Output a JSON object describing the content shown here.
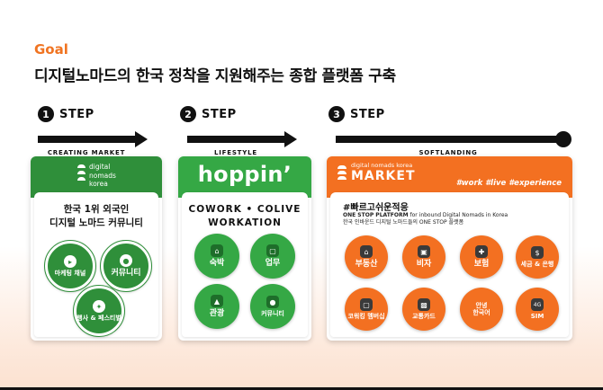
{
  "goal": "Goal",
  "headline": "디지털노마드의 한국 정착을 지원해주는 종합 플랫폼 구축",
  "steps": [
    {
      "num": "1",
      "label": "STEP",
      "caption": "CREATING MARKET"
    },
    {
      "num": "2",
      "label": "STEP",
      "caption": "LIFESTYLE"
    },
    {
      "num": "3",
      "label": "STEP",
      "caption": "SOFTLANDING"
    }
  ],
  "card1": {
    "logo": [
      "digital",
      "nomads",
      "korea"
    ],
    "title_line1": "한국 1위 외국인",
    "title_line2": "디지털 노마드 커뮤니티",
    "items": [
      {
        "label": "마케팅 채널",
        "icon": "megaphone-icon"
      },
      {
        "label": "커뮤니티",
        "icon": "people-icon"
      },
      {
        "label": "행사 & 페스티벌",
        "icon": "party-icon"
      }
    ]
  },
  "card2": {
    "logo": "hoppin’",
    "title_line1": "COWORK • COLIVE",
    "title_line2": "WORKATION",
    "items": [
      {
        "label": "숙박",
        "icon": "house-icon"
      },
      {
        "label": "업무",
        "icon": "laptop-icon"
      },
      {
        "label": "관광",
        "icon": "palm-tree-icon"
      },
      {
        "label": "커뮤니티",
        "icon": "people-icon"
      }
    ]
  },
  "card3": {
    "logo_small": "digital nomads korea",
    "logo_big": "MARKET",
    "tags": "#work #live #experience",
    "title": "#빠르고쉬운적응",
    "sub_bold": "ONE STOP PLATFORM",
    "sub_rest": " for inbound Digital Nomads in Korea",
    "sub_line2": "한국 인바운드 디지털 노마드들의 ONE STOP 플랫폼",
    "items": [
      {
        "label": "부동산",
        "icon": "house-icon"
      },
      {
        "label": "비자",
        "icon": "id-card-icon"
      },
      {
        "label": "보험",
        "icon": "medical-cross-icon"
      },
      {
        "label": "세금 & 은행",
        "icon": "money-bag-icon"
      },
      {
        "label": "코워킹 멤버십",
        "icon": "laptop-icon"
      },
      {
        "label": "교통카드",
        "icon": "bus-icon"
      },
      {
        "label": "한국어",
        "icon": "speech-bubble-icon",
        "badge": "안녕"
      },
      {
        "label": "SIM",
        "icon": "4g-signal-icon",
        "badge": "4G"
      }
    ]
  }
}
